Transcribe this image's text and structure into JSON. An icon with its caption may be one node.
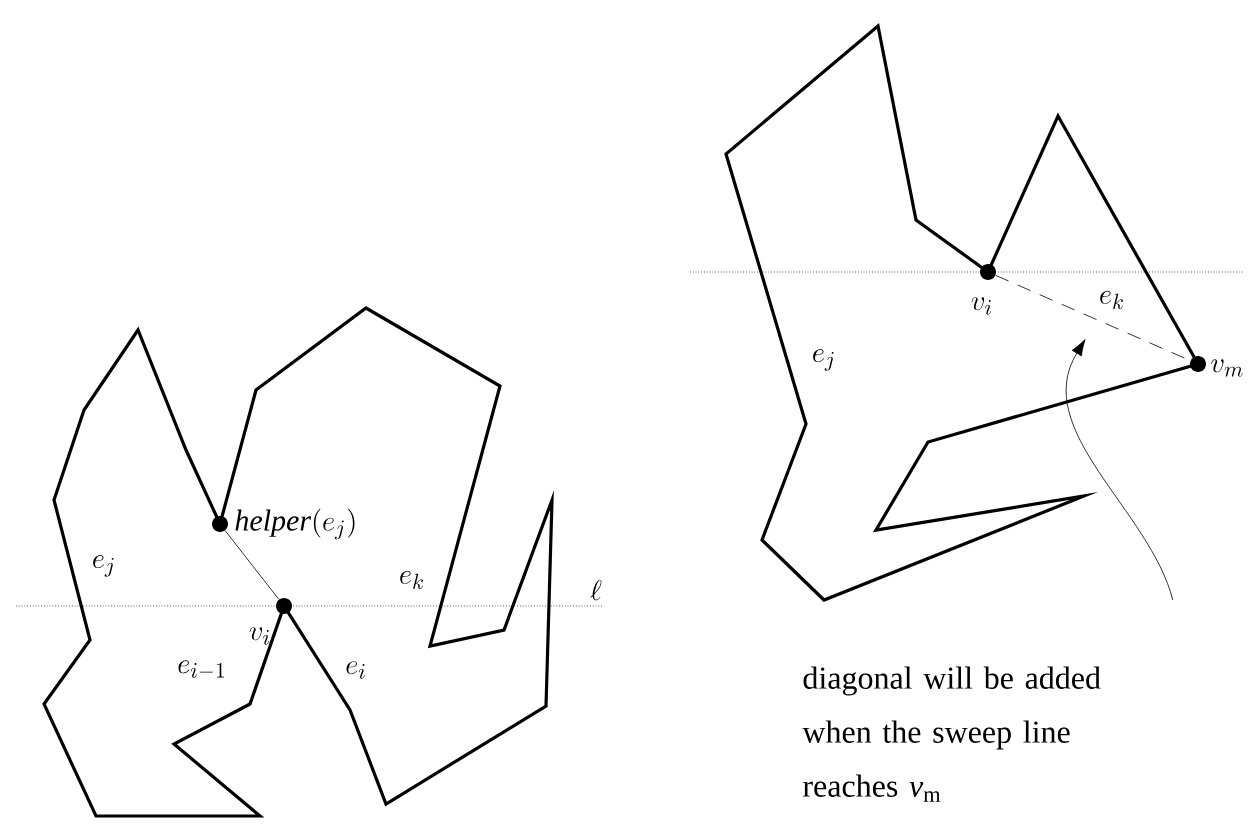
{
  "diagram": {
    "nodes": [
      {
        "text": [
          "\\mathit{helper}(e_j)"
        ]
      },
      {
        "text": [
          "v_i"
        ]
      },
      {
        "text": [
          "v_i"
        ]
      },
      {
        "text": [
          "v_m"
        ]
      },
      {
        "text": [
          "diagonal will be added when the sweep line reaches *v*$_{m}$"
        ]
      }
    ],
    "edges": [
      {
        "from": 0,
        "to": 1,
        "arrow": "none"
      },
      {
        "from": 2,
        "to": 3,
        "arrow": "none",
        "style": "dashed"
      },
      {
        "from": 4,
        "to": null,
        "arrow": "to"
      }
    ],
    "labels": [
      "e_j",
      "e_k",
      "\\ell",
      "e_{i-1}",
      "e_i",
      "e_k",
      "e_j"
    ]
  }
}
